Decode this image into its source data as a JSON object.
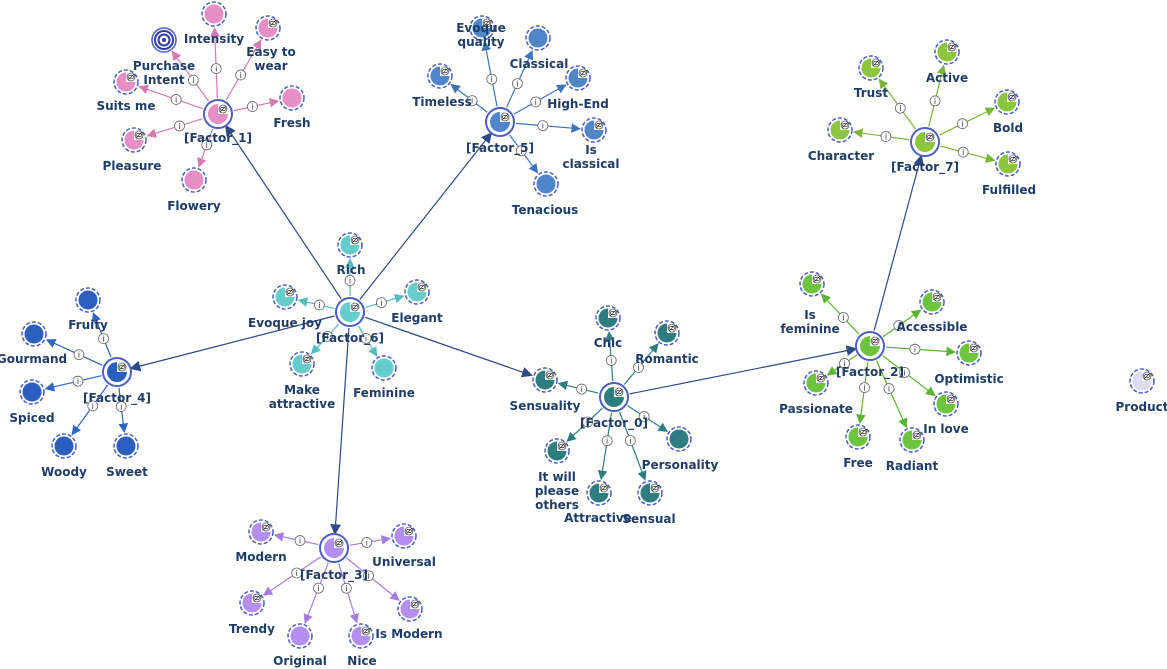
{
  "title": "",
  "colors": {
    "edge_main": "#2d4a86",
    "ring": "#4a5fbf",
    "label": "#1f3d66"
  },
  "clusters": [
    {
      "name": "factor_1",
      "color": "#e58fc6",
      "edge": "#d77ab3",
      "center": {
        "id": "factor_1",
        "label": "[Factor_1]"
      },
      "nodes": [
        {
          "id": "purchase_intent",
          "label": "Purchase\nIntent",
          "icon": "target-icon"
        },
        {
          "id": "intensity",
          "label": "Intensity",
          "icon": "full-circle-icon"
        },
        {
          "id": "easy_to_wear",
          "label": "Easy to\nwear",
          "icon": "eye-icon"
        },
        {
          "id": "suits_me",
          "label": "Suits me",
          "icon": "eye-icon"
        },
        {
          "id": "fresh",
          "label": "Fresh",
          "icon": "full-circle-icon"
        },
        {
          "id": "pleasure",
          "label": "Pleasure",
          "icon": "eye-icon"
        },
        {
          "id": "flowery",
          "label": "Flowery",
          "icon": "full-circle-icon"
        }
      ]
    },
    {
      "name": "factor_5",
      "color": "#4f86c9",
      "edge": "#3f74b8",
      "center": {
        "id": "factor_5",
        "label": "[Factor_5]"
      },
      "nodes": [
        {
          "id": "evoque_quality",
          "label": "Evoque\nquality",
          "icon": "eye-icon"
        },
        {
          "id": "classical",
          "label": "Classical",
          "icon": "full-circle-icon"
        },
        {
          "id": "timeless",
          "label": "Timeless",
          "icon": "eye-icon"
        },
        {
          "id": "high_end",
          "label": "High-End",
          "icon": "eye-icon"
        },
        {
          "id": "is_classical",
          "label": "Is\nclassical",
          "icon": "eye-icon"
        },
        {
          "id": "tenacious",
          "label": "Tenacious",
          "icon": "full-circle-icon"
        }
      ]
    },
    {
      "name": "factor_7",
      "color": "#8cc63f",
      "edge": "#7ab535",
      "center": {
        "id": "factor_7",
        "label": "[Factor_7]"
      },
      "nodes": [
        {
          "id": "trust",
          "label": "Trust",
          "icon": "eye-icon"
        },
        {
          "id": "active",
          "label": "Active",
          "icon": "eye-icon"
        },
        {
          "id": "bold",
          "label": "Bold",
          "icon": "eye-icon"
        },
        {
          "id": "character",
          "label": "Character",
          "icon": "eye-icon"
        },
        {
          "id": "fulfilled",
          "label": "Fulfilled",
          "icon": "eye-icon"
        }
      ]
    },
    {
      "name": "factor_6",
      "color": "#66cccc",
      "edge": "#56bcbc",
      "center": {
        "id": "factor_6",
        "label": "[Factor_6]"
      },
      "nodes": [
        {
          "id": "rich",
          "label": "Rich",
          "icon": "eye-icon"
        },
        {
          "id": "evoque_joy",
          "label": "Evoque joy",
          "icon": "eye-icon"
        },
        {
          "id": "elegant",
          "label": "Elegant",
          "icon": "eye-icon"
        },
        {
          "id": "make_attractive",
          "label": "Make\nattractive",
          "icon": "eye-icon"
        },
        {
          "id": "feminine",
          "label": "Feminine",
          "icon": "full-circle-icon"
        }
      ]
    },
    {
      "name": "factor_4",
      "color": "#2a5fc0",
      "edge": "#2f66c0",
      "center": {
        "id": "factor_4",
        "label": "[Factor_4]"
      },
      "nodes": [
        {
          "id": "fruity",
          "label": "Fruity",
          "icon": "full-circle-icon"
        },
        {
          "id": "gourmand",
          "label": "Gourmand",
          "icon": "full-circle-icon"
        },
        {
          "id": "spiced",
          "label": "Spiced",
          "icon": "full-circle-icon"
        },
        {
          "id": "woody",
          "label": "Woody",
          "icon": "full-circle-icon"
        },
        {
          "id": "sweet",
          "label": "Sweet",
          "icon": "full-circle-icon"
        }
      ]
    },
    {
      "name": "factor_0",
      "color": "#2e7d80",
      "edge": "#2e7d80",
      "center": {
        "id": "factor_0",
        "label": "[Factor_0]"
      },
      "nodes": [
        {
          "id": "chic",
          "label": "Chic",
          "icon": "eye-icon"
        },
        {
          "id": "romantic",
          "label": "Romantic",
          "icon": "eye-icon"
        },
        {
          "id": "sensuality",
          "label": "Sensuality",
          "icon": "eye-icon"
        },
        {
          "id": "personality",
          "label": "Personality",
          "icon": "full-circle-icon"
        },
        {
          "id": "it_will_please_others",
          "label": "It will\nplease\nothers",
          "icon": "eye-icon"
        },
        {
          "id": "attractive",
          "label": "Attractive",
          "icon": "eye-icon"
        },
        {
          "id": "sensual",
          "label": "Sensual",
          "icon": "eye-icon"
        }
      ]
    },
    {
      "name": "factor_2",
      "color": "#6cc43f",
      "edge": "#5bb535",
      "center": {
        "id": "factor_2",
        "label": "[Factor_2]"
      },
      "nodes": [
        {
          "id": "is_feminine",
          "label": "Is\nfeminine",
          "icon": "eye-icon"
        },
        {
          "id": "accessible",
          "label": "Accessible",
          "icon": "eye-icon"
        },
        {
          "id": "optimistic",
          "label": "Optimistic",
          "icon": "eye-icon"
        },
        {
          "id": "passionate",
          "label": "Passionate",
          "icon": "eye-icon"
        },
        {
          "id": "in_love",
          "label": "In love",
          "icon": "eye-icon"
        },
        {
          "id": "free",
          "label": "Free",
          "icon": "eye-icon"
        },
        {
          "id": "radiant",
          "label": "Radiant",
          "icon": "eye-icon"
        }
      ]
    },
    {
      "name": "factor_3",
      "color": "#b48ef0",
      "edge": "#a57ee0",
      "center": {
        "id": "factor_3",
        "label": "[Factor_3]"
      },
      "nodes": [
        {
          "id": "modern",
          "label": "Modern",
          "icon": "eye-icon"
        },
        {
          "id": "universal",
          "label": "Universal",
          "icon": "eye-icon"
        },
        {
          "id": "trendy",
          "label": "Trendy",
          "icon": "eye-icon"
        },
        {
          "id": "is_modern",
          "label": "Is Modern",
          "icon": "eye-icon"
        },
        {
          "id": "original",
          "label": "Original",
          "icon": "full-circle-icon"
        },
        {
          "id": "nice",
          "label": "Nice",
          "icon": "eye-icon"
        }
      ]
    }
  ],
  "hub_links": [
    {
      "from": "factor_6",
      "to": "factor_1"
    },
    {
      "from": "factor_6",
      "to": "factor_5"
    },
    {
      "from": "factor_6",
      "to": "factor_4"
    },
    {
      "from": "factor_6",
      "to": "factor_3"
    },
    {
      "from": "factor_6",
      "to": "sensuality"
    },
    {
      "from": "factor_0",
      "to": "factor_2"
    },
    {
      "from": "factor_2",
      "to": "factor_7"
    }
  ],
  "isolated": [
    {
      "id": "product",
      "label": "Product",
      "color": "#dcdcf5",
      "icon": "eye-icon"
    }
  ],
  "info_glyph": "i"
}
